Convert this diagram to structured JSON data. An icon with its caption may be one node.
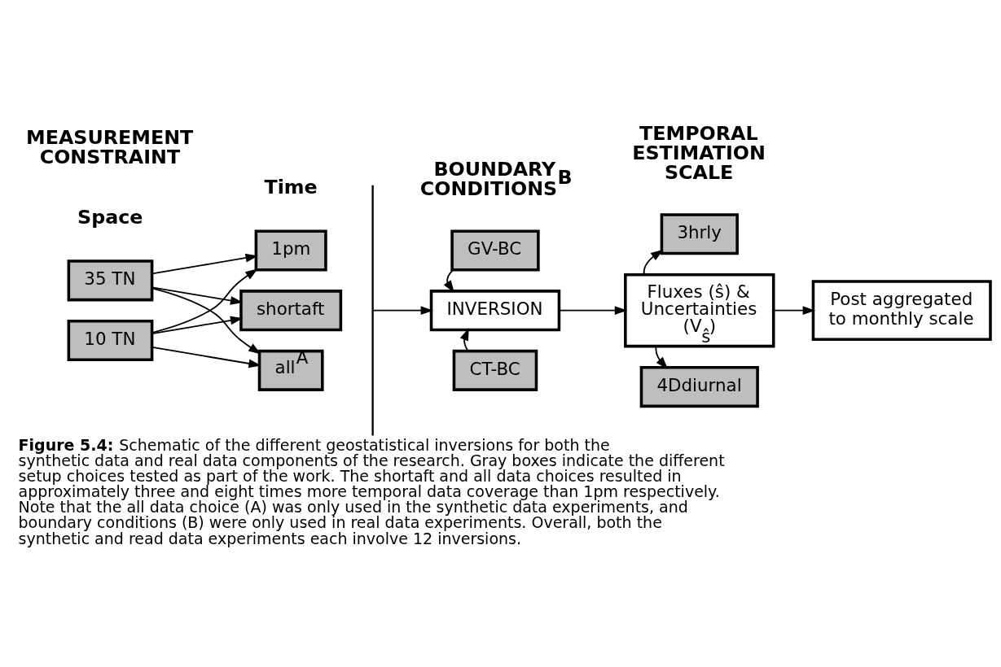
{
  "diagram": {
    "caption": "**Figure 5.4:** Schematic of the different geostatistical inversions for both the synthetic data and real data components of the research. Gray boxes indicate the different setup choices tested as part of the work. The shortaft and all data choices resulted in approximately three and eight times more temporal data coverage than 1pm respectively. Note that the all data choice (A) was only used in the synthetic data experiments, and boundary conditions (B) were only used in real data experiments. Overall, both the synthetic and read data experiments each involve 12 inversions.",
    "nodes": [
      {
        "text": [
          "35 TN"
        ]
      },
      {
        "text": [
          "10 TN"
        ]
      },
      {
        "text": [
          "1pm"
        ]
      },
      {
        "text": [
          "shortaft"
        ]
      },
      {
        "text": [
          "all$^{A}$"
        ]
      },
      {
        "text": [
          "GV-BC"
        ]
      },
      {
        "text": [
          "INVERSION"
        ]
      },
      {
        "text": [
          "CT-BC"
        ]
      },
      {
        "text": [
          "3hrly"
        ]
      },
      {
        "text": [
          "Fluxes (ŝ) & Uncertainties (V$_{ŝ}$)"
        ]
      },
      {
        "text": [
          "4Ddiurnal"
        ]
      },
      {
        "text": [
          "Post aggregated to monthly scale"
        ]
      }
    ],
    "edges": [
      {
        "from": 0,
        "to": 2,
        "arrow": "to"
      },
      {
        "from": 0,
        "to": 3,
        "arrow": "to"
      },
      {
        "from": 0,
        "to": 4,
        "arrow": "to"
      },
      {
        "from": 1,
        "to": 2,
        "arrow": "to"
      },
      {
        "from": 1,
        "to": 3,
        "arrow": "to"
      },
      {
        "from": 1,
        "to": 4,
        "arrow": "to"
      },
      {
        "from": null,
        "to": 6,
        "arrow": "to"
      },
      {
        "from": 5,
        "to": 6,
        "arrow": "to"
      },
      {
        "from": 7,
        "to": 6,
        "arrow": "to"
      },
      {
        "from": 6,
        "to": 9,
        "arrow": "to"
      },
      {
        "from": 9,
        "to": 8,
        "arrow": "to"
      },
      {
        "from": 9,
        "to": 10,
        "arrow": "to"
      },
      {
        "from": 9,
        "to": 11,
        "arrow": "to"
      }
    ],
    "labels": [
      "MEASUREMENT CONSTRAINT",
      "BOUNDARY CONDITIONS$^{B}$",
      "TEMPORAL ESTIMATION SCALE",
      "Space",
      "Time"
    ]
  }
}
